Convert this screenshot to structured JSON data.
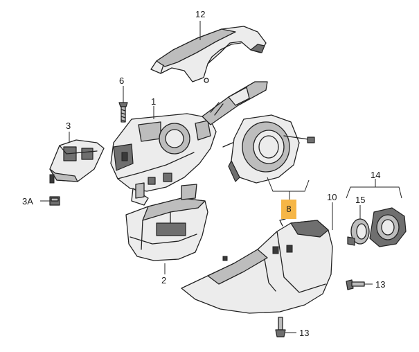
{
  "diagram": {
    "callouts": {
      "c12": "12",
      "c6": "6",
      "c1": "1",
      "c3": "3",
      "c3a": "3A",
      "c8": "8",
      "c14": "14",
      "c10": "10",
      "c15": "15",
      "c2": "2",
      "c13a": "13",
      "c13b": "13"
    },
    "colors": {
      "highlight": "#f6b646",
      "line": "#222222",
      "shade_light": "#ececec",
      "shade_mid": "#bdbdbd",
      "shade_dark": "#6f6f6f"
    }
  }
}
